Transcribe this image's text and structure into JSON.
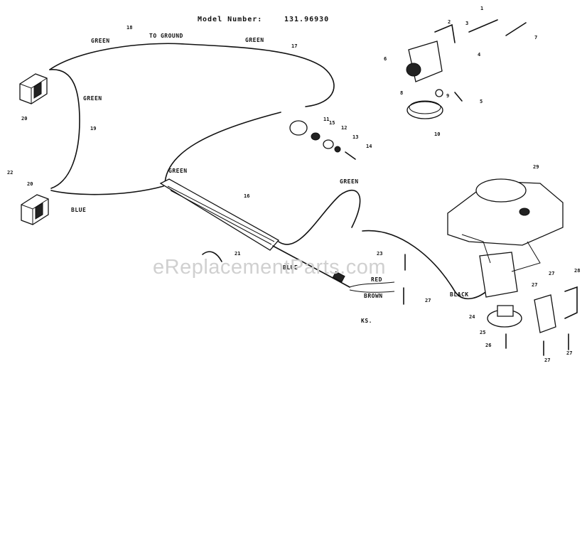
{
  "header": {
    "model_label": "Model Number:",
    "model_number": "131.96930"
  },
  "watermark": "eReplacementParts.com",
  "wire_labels": {
    "green_top_left": "GREEN",
    "to_ground": "TO GROUND",
    "green_top_right": "GREEN",
    "green_left": "GREEN",
    "green_mid": "GREEN",
    "green_right": "GREEN",
    "blue_left": "BLUE",
    "blue_mid": "BLUE",
    "red": "RED",
    "brown": "BROWN",
    "black": "BLACK"
  },
  "callouts": {
    "c1": "1",
    "c2": "2",
    "c3": "3",
    "c4": "4",
    "c5": "5",
    "c6": "6",
    "c7": "7",
    "c8": "8",
    "c9": "9",
    "c10": "10",
    "c11": "11",
    "c12": "12",
    "c13": "13",
    "c14": "14",
    "c15": "15",
    "c16": "16",
    "c17": "17",
    "c18": "18",
    "c19": "19",
    "c20a": "20",
    "c20b": "20",
    "c21": "21",
    "c22": "22",
    "c23": "23",
    "c24": "24",
    "c25": "25",
    "c26": "26",
    "c27a": "27",
    "c27b": "27",
    "c27c": "27",
    "c27d": "27",
    "c27e": "27",
    "c28": "28",
    "c29": "29"
  },
  "footer_code": "KS."
}
